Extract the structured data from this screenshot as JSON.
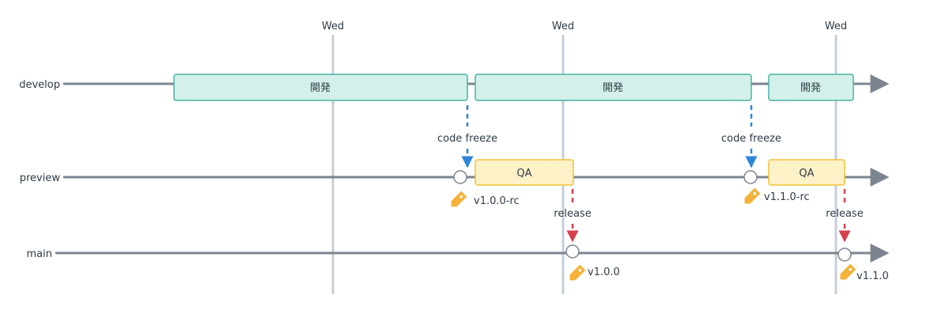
{
  "colors": {
    "lane": "#7b8490",
    "day_line": "#c5ced8",
    "dev_fill": "#d3f0ea",
    "dev_stroke": "#48b3a3",
    "qa_fill": "#fdf1c7",
    "qa_stroke": "#f0c239",
    "freeze_arrow": "#2f86d8",
    "release_arrow": "#d6404e",
    "tag": "#f3b33b",
    "text": "#2f3b47"
  },
  "days": [
    {
      "label": "Wed"
    },
    {
      "label": "Wed"
    },
    {
      "label": "Wed"
    }
  ],
  "lanes": {
    "develop": {
      "label": "develop"
    },
    "preview": {
      "label": "preview"
    },
    "main": {
      "label": "main"
    }
  },
  "dev_blocks": [
    {
      "label": "開発"
    },
    {
      "label": "開発"
    },
    {
      "label": "開発"
    }
  ],
  "qa_blocks": [
    {
      "label": "QA"
    },
    {
      "label": "QA"
    }
  ],
  "freeze_arrows": [
    {
      "label": "code freeze"
    },
    {
      "label": "code freeze"
    }
  ],
  "release_arrows": [
    {
      "label": "release"
    },
    {
      "label": "release"
    }
  ],
  "tags": [
    {
      "label": "v1.0.0-rc",
      "icon": "tag-icon"
    },
    {
      "label": "v1.1.0-rc",
      "icon": "tag-icon"
    },
    {
      "label": "v1.0.0",
      "icon": "tag-icon"
    },
    {
      "label": "v1.1.0",
      "icon": "tag-icon"
    }
  ]
}
